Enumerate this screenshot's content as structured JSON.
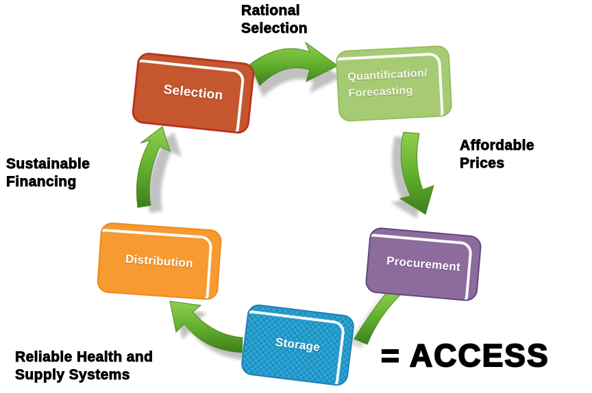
{
  "diagram": {
    "cycle_nodes": {
      "selection": {
        "label": "Selection",
        "fill": "#C4572E",
        "border": "#BB3322",
        "text_color": "#FFFFFF"
      },
      "quantification": {
        "label_line1": "Quantification/",
        "label_line2": "Forecasting",
        "fill": "#A6CB74",
        "border": "#96BD5E",
        "text_color": "#F4F8E9"
      },
      "procurement": {
        "label": "Procurement",
        "fill": "#8D6B9D",
        "border": "#5F477A",
        "text_color": "#FFFFFF"
      },
      "storage": {
        "label": "Storage",
        "fill": "#2CA6D6",
        "border": "#1E7FB0",
        "text_color": "#FFFFFF",
        "texture": "crosshatch"
      },
      "distribution": {
        "label": "Distribution",
        "fill": "#F69A31",
        "border": "#EC8A1C",
        "text_color": "#FFFFFF"
      }
    },
    "annotations": {
      "rational": {
        "line1": "Rational",
        "line2": "Selection"
      },
      "affordable": {
        "line1": "Affordable",
        "line2": "Prices"
      },
      "sustainable": {
        "line1": "Sustainable",
        "line2": "Financing"
      },
      "reliable": {
        "line1": "Reliable Health and",
        "line2": "Supply Systems"
      },
      "access": {
        "text": "= ACCESS"
      }
    },
    "arrows": {
      "color_light": "#8FD04C",
      "color_mid": "#5FAC2C",
      "color_dark": "#3E7E1C",
      "shadow_color": "#909090",
      "sequence": [
        "selection -> quantification",
        "quantification -> procurement",
        "procurement -> storage",
        "storage -> distribution",
        "distribution -> selection"
      ]
    }
  }
}
